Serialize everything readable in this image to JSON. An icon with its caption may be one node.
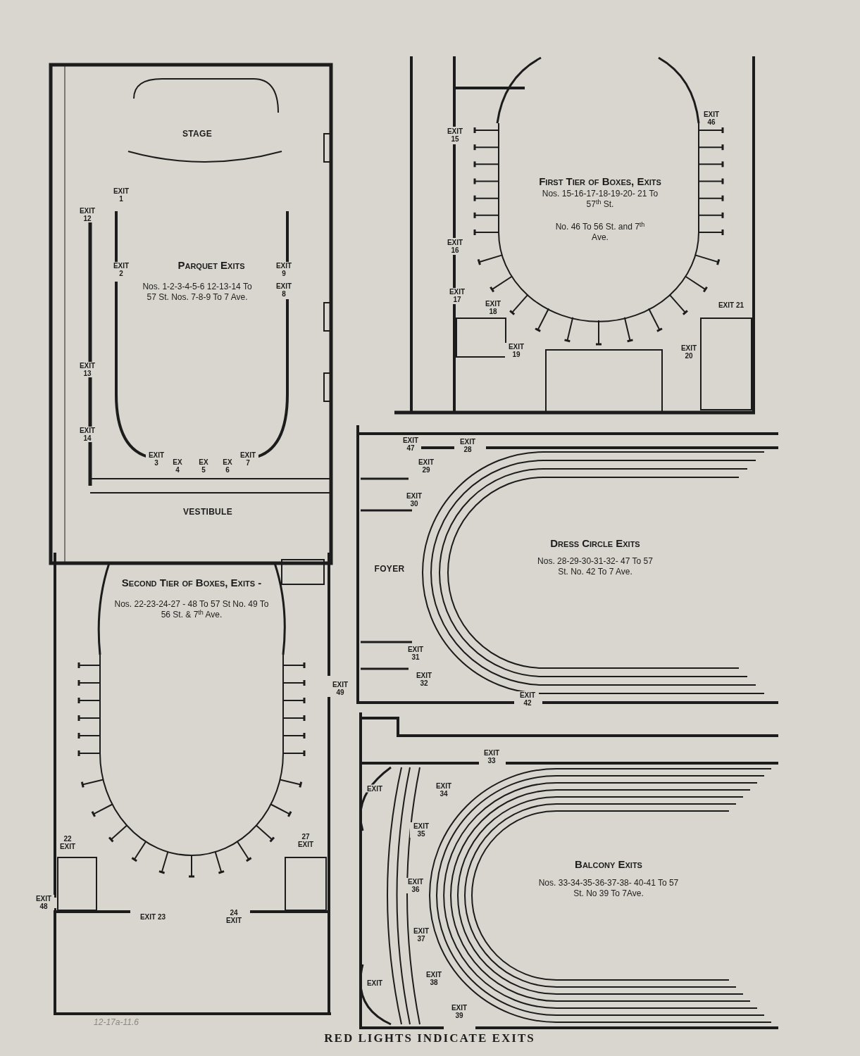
{
  "diagram": {
    "caption": "RED LIGHTS INDICATE EXITS",
    "labels": [
      "STAGE",
      "EXIT 1",
      "EXIT 12",
      "EXIT 2",
      "Parquet Exits",
      "Nos. 1-2-3-4-5-6 12-13-14 To 57 St. Nos. 7-8-9 To 7 Ave.",
      "EXIT 9",
      "EXIT 8",
      "EXIT 13",
      "EXIT 14",
      "EXIT 3",
      "EX 4",
      "EX 5",
      "EX 6",
      "EXIT 7",
      "VESTIBULE",
      "EXIT 15",
      "EXIT 46",
      "First Tier of Boxes, Exits",
      "Nos. 15-16-17-18-19-20- 21 To 57$^{th}$ St.",
      "No. 46 To 56 St. and 7$^{th}$ Ave.",
      "EXIT 16",
      "EXIT 17",
      "EXIT 18",
      "EXIT 21",
      "EXIT 19",
      "EXIT 20",
      "EXIT 47",
      "EXIT 28",
      "EXIT 29",
      "EXIT 30",
      "FOYER",
      "Dress Circle Exits",
      "Nos. 28-29-30-31-32- 47 To 57 St. No. 42 To 7 Ave.",
      "EXIT 31",
      "EXIT 32",
      "EXIT 42",
      "Second Tier of Boxes, Exits -",
      "Nos. 22-23-24-27 - 48 To 57 St No. 49 To 56 St. & 7$^{th}$ Ave.",
      "EXIT 49",
      "22 EXIT",
      "27 EXIT",
      "EXIT 48",
      "EXIT 23",
      "24 EXIT",
      "EXIT 33",
      "EXIT",
      "EXIT 34",
      "EXIT 35",
      "EXIT 36",
      "Balcony Exits",
      "Nos. 33-34-35-36-37-38- 40-41 To 57 St. No 39 To 7Ave.",
      "EXIT 37",
      "EXIT 38",
      "EXIT",
      "EXIT 39",
      "12-17a-11.6"
    ]
  }
}
